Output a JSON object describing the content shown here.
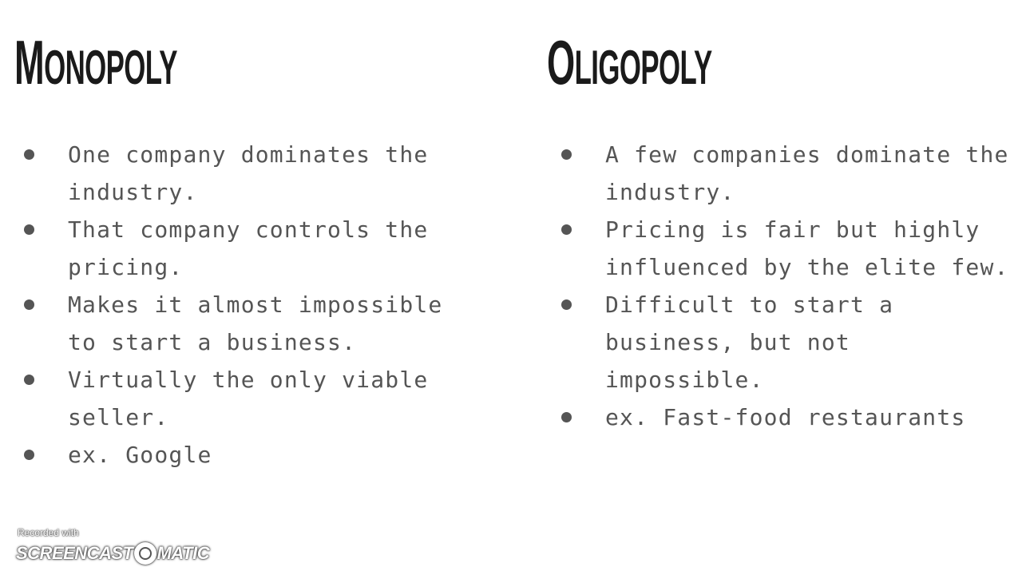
{
  "left": {
    "title_first": "M",
    "title_rest": "ONOPOLY",
    "bullets": [
      "One company dominates the industry.",
      "That company controls the pricing.",
      "Makes it almost impossible to start a business.",
      "Virtually the only viable seller.",
      "ex. Google"
    ]
  },
  "right": {
    "title_first": "O",
    "title_rest": "LIGOPOLY",
    "bullets": [
      "A few companies dominate the industry.",
      "Pricing is fair but highly influenced by the elite few.",
      "Difficult to start a business, but not impossible.",
      "ex. Fast-food restaurants"
    ]
  },
  "watermark": {
    "recorded_with": "Recorded with",
    "brand_left": "SCREENCAST",
    "brand_right": "MATIC",
    "logo_icon": "record-circle-icon"
  },
  "colors": {
    "title": "#1a1a1a",
    "body": "#555555",
    "background": "#ffffff"
  }
}
